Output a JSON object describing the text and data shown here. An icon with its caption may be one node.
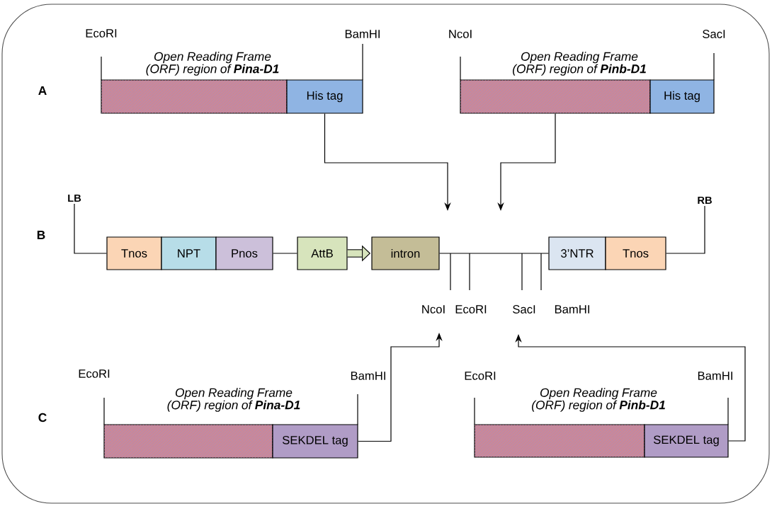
{
  "diagram": {
    "nodes": [
      {
        "text": [
          "Open Reading Frame (ORF) region of **Pina-D1**"
        ]
      },
      {
        "text": [
          "His tag"
        ]
      },
      {
        "text": [
          "Open Reading Frame (ORF) region of **Pinb-D1**"
        ]
      },
      {
        "text": [
          "His tag"
        ]
      },
      {
        "text": [
          "Tnos"
        ]
      },
      {
        "text": [
          "NPT"
        ]
      },
      {
        "text": [
          "Pnos"
        ]
      },
      {
        "text": [
          "AttB"
        ]
      },
      {
        "text": [
          "intron"
        ]
      },
      {
        "text": [
          "3’NTR"
        ]
      },
      {
        "text": [
          "Tnos"
        ]
      },
      {
        "text": [
          "Open Reading Frame (ORF) region of **Pina-D1**"
        ]
      },
      {
        "text": [
          "SEKDEL tag"
        ]
      },
      {
        "text": [
          "Open Reading Frame (ORF) region of **Pinb-D1**"
        ]
      },
      {
        "text": [
          "SEKDEL tag"
        ]
      },
      {
        "text": [
          "LB"
        ]
      },
      {
        "text": [
          "RB"
        ]
      }
    ],
    "edges": [
      {
        "from": 1,
        "to": null,
        "arrow": "to"
      },
      {
        "from": 2,
        "to": null,
        "arrow": "to"
      },
      {
        "from": 12,
        "to": null,
        "arrow": "to"
      },
      {
        "from": 14,
        "to": null,
        "arrow": "to"
      },
      {
        "from": 15,
        "to": 4,
        "arrow": "none"
      },
      {
        "from": 6,
        "to": 7,
        "arrow": "none"
      },
      {
        "from": 7,
        "to": 8,
        "arrow": "to",
        "style": "thick"
      },
      {
        "from": 8,
        "to": 9,
        "arrow": "none"
      },
      {
        "from": 10,
        "to": 16,
        "arrow": "none"
      }
    ],
    "labels": [
      "EcoRI",
      "BamHI",
      "NcoI",
      "SacI",
      "A",
      "B",
      "NcoI",
      "EcoRI",
      "SacI",
      "BamHI",
      "EcoRI",
      "BamHI",
      "EcoRI",
      "BamHI",
      "C"
    ]
  }
}
